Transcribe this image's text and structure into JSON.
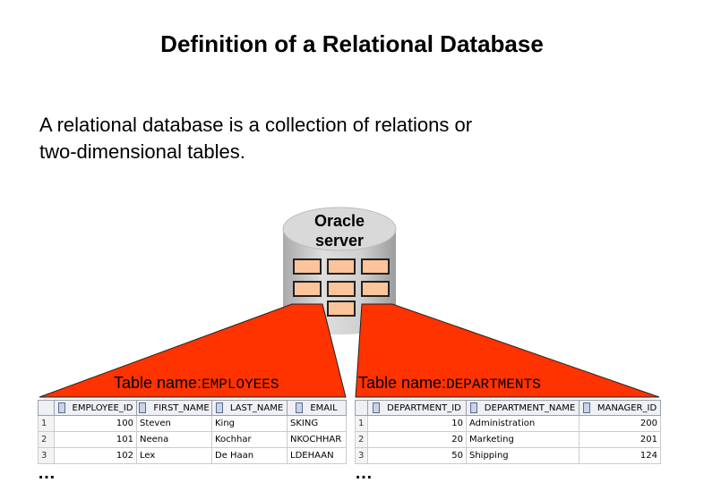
{
  "title": "Definition of a Relational Database",
  "description": [
    "A relational database is a collection of relations or",
    "two-dimensional tables."
  ],
  "server": {
    "line1": "Oracle",
    "line2": "server"
  },
  "employees": {
    "label": "Table name:",
    "name": "EMPLOYEES",
    "columns": [
      "EMPLOYEE_ID",
      "FIRST_NAME",
      "LAST_NAME",
      "EMAIL"
    ],
    "rows": [
      {
        "rn": "1",
        "id": "100",
        "first": "Steven",
        "last": "King",
        "email": "SKING"
      },
      {
        "rn": "2",
        "id": "101",
        "first": "Neena",
        "last": "Kochhar",
        "email": "NKOCHHAR"
      },
      {
        "rn": "3",
        "id": "102",
        "first": "Lex",
        "last": "De Haan",
        "email": "LDEHAAN"
      }
    ]
  },
  "departments": {
    "label": "Table name:",
    "name": "DEPARTMENTS",
    "columns": [
      "DEPARTMENT_ID",
      "DEPARTMENT_NAME",
      "MANAGER_ID"
    ],
    "rows": [
      {
        "rn": "1",
        "id": "10",
        "name": "Administration",
        "mgr": "200"
      },
      {
        "rn": "2",
        "id": "20",
        "name": "Marketing",
        "mgr": "201"
      },
      {
        "rn": "3",
        "id": "50",
        "name": "Shipping",
        "mgr": "124"
      }
    ]
  },
  "ellipsis": "…",
  "colors": {
    "beam": "#ff3300",
    "cylinder": "#cfcfcf",
    "cell": "#fbc49a"
  }
}
